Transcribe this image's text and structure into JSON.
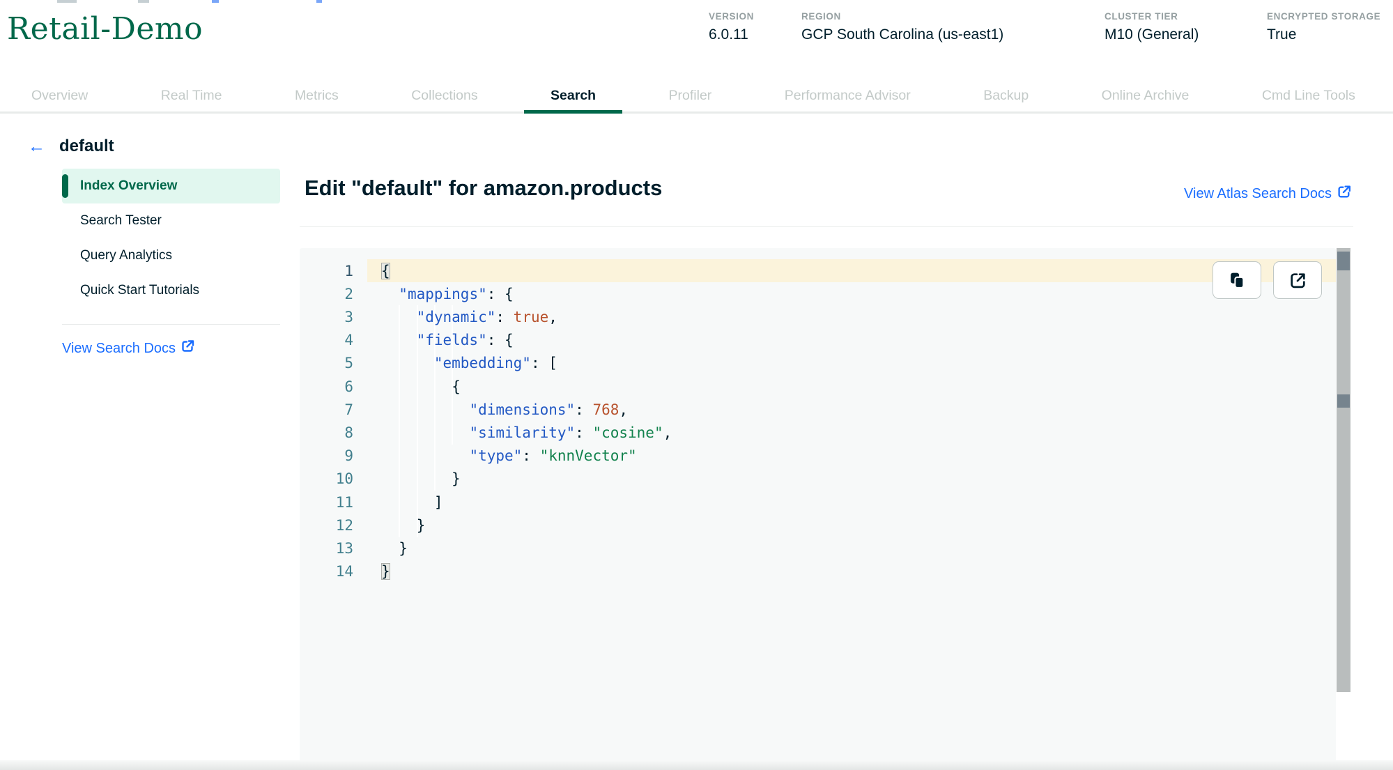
{
  "colors": {
    "green": "#00684A",
    "navy": "#001E2B",
    "blue": "#1A6DFF",
    "label": "#96A0A2",
    "tab": "#C3CAC8",
    "mint": "#E1F7EF",
    "divider": "#E8EBEA",
    "panel": "#F7F9F9",
    "cream": "#FBF3DB",
    "lnum": "#417F8D",
    "key": "#2359C4",
    "str": "#12824D",
    "num": "#B8532E",
    "track": "#B9BDBD",
    "thumb": "#76848E"
  },
  "header": {
    "cluster_name": "Retail-Demo",
    "stats": [
      {
        "label": "VERSION",
        "value": "6.0.11"
      },
      {
        "label": "REGION",
        "value": "GCP South Carolina (us-east1)"
      },
      {
        "label": "CLUSTER TIER",
        "value": "M10 (General)"
      },
      {
        "label": "ENCRYPTED STORAGE",
        "value": "True"
      }
    ]
  },
  "tabs": {
    "items": [
      {
        "label": "Overview",
        "active": false
      },
      {
        "label": "Real Time",
        "active": false
      },
      {
        "label": "Metrics",
        "active": false
      },
      {
        "label": "Collections",
        "active": false
      },
      {
        "label": "Search",
        "active": true
      },
      {
        "label": "Profiler",
        "active": false
      },
      {
        "label": "Performance Advisor",
        "active": false
      },
      {
        "label": "Backup",
        "active": false
      },
      {
        "label": "Online Archive",
        "active": false
      },
      {
        "label": "Cmd Line Tools",
        "active": false
      }
    ]
  },
  "sidebar": {
    "back_icon": "left-arrow-icon",
    "title": "default",
    "items": [
      {
        "label": "Index Overview",
        "active": true
      },
      {
        "label": "Search Tester",
        "active": false
      },
      {
        "label": "Query Analytics",
        "active": false
      },
      {
        "label": "Quick Start Tutorials",
        "active": false
      }
    ],
    "docs_link": "View Search Docs"
  },
  "main": {
    "heading": "Edit \"default\" for amazon.products",
    "docs_link": "View Atlas Search Docs"
  },
  "editor": {
    "buttons": [
      {
        "icon": "copy-icon"
      },
      {
        "icon": "export-icon"
      }
    ],
    "lines": [
      {
        "num": "1",
        "active": true,
        "tokens": [
          [
            "{",
            "pb"
          ]
        ]
      },
      {
        "num": "2",
        "active": false,
        "tokens": [
          [
            "  ",
            "p"
          ],
          [
            "\"mappings\"",
            "k"
          ],
          [
            ": {",
            "p"
          ]
        ]
      },
      {
        "num": "3",
        "active": false,
        "tokens": [
          [
            "    ",
            "p"
          ],
          [
            "\"dynamic\"",
            "k"
          ],
          [
            ": ",
            "p"
          ],
          [
            "true",
            "n"
          ],
          [
            ",",
            "p"
          ]
        ]
      },
      {
        "num": "4",
        "active": false,
        "tokens": [
          [
            "    ",
            "p"
          ],
          [
            "\"fields\"",
            "k"
          ],
          [
            ": {",
            "p"
          ]
        ]
      },
      {
        "num": "5",
        "active": false,
        "tokens": [
          [
            "      ",
            "p"
          ],
          [
            "\"embedding\"",
            "k"
          ],
          [
            ": [",
            "p"
          ]
        ]
      },
      {
        "num": "6",
        "active": false,
        "tokens": [
          [
            "        {",
            "p"
          ]
        ]
      },
      {
        "num": "7",
        "active": false,
        "tokens": [
          [
            "          ",
            "p"
          ],
          [
            "\"dimensions\"",
            "k"
          ],
          [
            ": ",
            "p"
          ],
          [
            "768",
            "n"
          ],
          [
            ",",
            "p"
          ]
        ]
      },
      {
        "num": "8",
        "active": false,
        "tokens": [
          [
            "          ",
            "p"
          ],
          [
            "\"similarity\"",
            "k"
          ],
          [
            ": ",
            "p"
          ],
          [
            "\"cosine\"",
            "s"
          ],
          [
            ",",
            "p"
          ]
        ]
      },
      {
        "num": "9",
        "active": false,
        "tokens": [
          [
            "          ",
            "p"
          ],
          [
            "\"type\"",
            "k"
          ],
          [
            ": ",
            "p"
          ],
          [
            "\"knnVector\"",
            "s"
          ]
        ]
      },
      {
        "num": "10",
        "active": false,
        "tokens": [
          [
            "        }",
            "p"
          ]
        ]
      },
      {
        "num": "11",
        "active": false,
        "tokens": [
          [
            "      ]",
            "p"
          ]
        ]
      },
      {
        "num": "12",
        "active": false,
        "tokens": [
          [
            "    }",
            "p"
          ]
        ]
      },
      {
        "num": "13",
        "active": false,
        "tokens": [
          [
            "  }",
            "p"
          ]
        ]
      },
      {
        "num": "14",
        "active": false,
        "tokens": [
          [
            "}",
            "pb"
          ]
        ]
      }
    ]
  }
}
